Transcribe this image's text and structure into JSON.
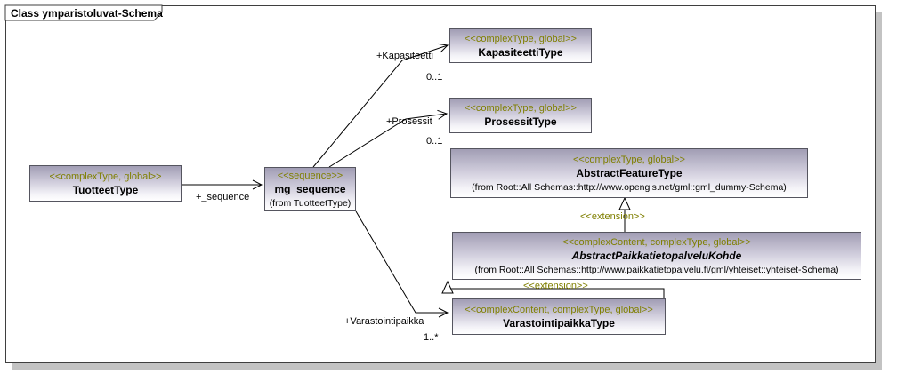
{
  "diagram": {
    "title": "Class ymparistoluvat-Schema",
    "colors": {
      "stereotype_text": "#7f7f00",
      "box_gradient_top": "#a19db4",
      "box_gradient_bottom": "#ffffff",
      "box_border": "#55555f",
      "frame_shadow": "#c3c3c3",
      "line": "#000000"
    },
    "classes": [
      {
        "id": "tuotteet",
        "stereotype": "<<complexType, global>>",
        "name": "TuotteetType"
      },
      {
        "id": "mg_sequence",
        "stereotype": "<<sequence>>",
        "name": "mg_sequence",
        "from": "(from TuotteetType)"
      },
      {
        "id": "kapasiteetti",
        "stereotype": "<<complexType, global>>",
        "name": "KapasiteettiType"
      },
      {
        "id": "prosessit",
        "stereotype": "<<complexType, global>>",
        "name": "ProsessitType"
      },
      {
        "id": "abstractfeature",
        "stereotype": "<<complexType, global>>",
        "name": "AbstractFeatureType",
        "from": "(from Root::All Schemas::http://www.opengis.net/gml::gml_dummy-Schema)"
      },
      {
        "id": "kohde",
        "stereotype": "<<complexContent, complexType, global>>",
        "name": "AbstractPaikkatietopalveluKohde",
        "from": "(from Root::All Schemas::http://www.paikkatietopalvelu.fi/gml/yhteiset::yhteiset-Schema)"
      },
      {
        "id": "varastointi",
        "stereotype": "<<complexContent, complexType, global>>",
        "name": "VarastointipaikkaType"
      }
    ],
    "edges": {
      "sequence": {
        "label": "+_sequence"
      },
      "kapasiteetti": {
        "label": "+Kapasiteetti",
        "multiplicity": "0..1"
      },
      "prosessit": {
        "label": "+Prosessit",
        "multiplicity": "0..1"
      },
      "varastointipaikka": {
        "label": "+Varastointipaikka",
        "multiplicity": "1..*"
      },
      "extension_feature": {
        "stereotype": "<<extension>>"
      },
      "extension_kohde": {
        "stereotype": "<<extension>>"
      }
    }
  }
}
